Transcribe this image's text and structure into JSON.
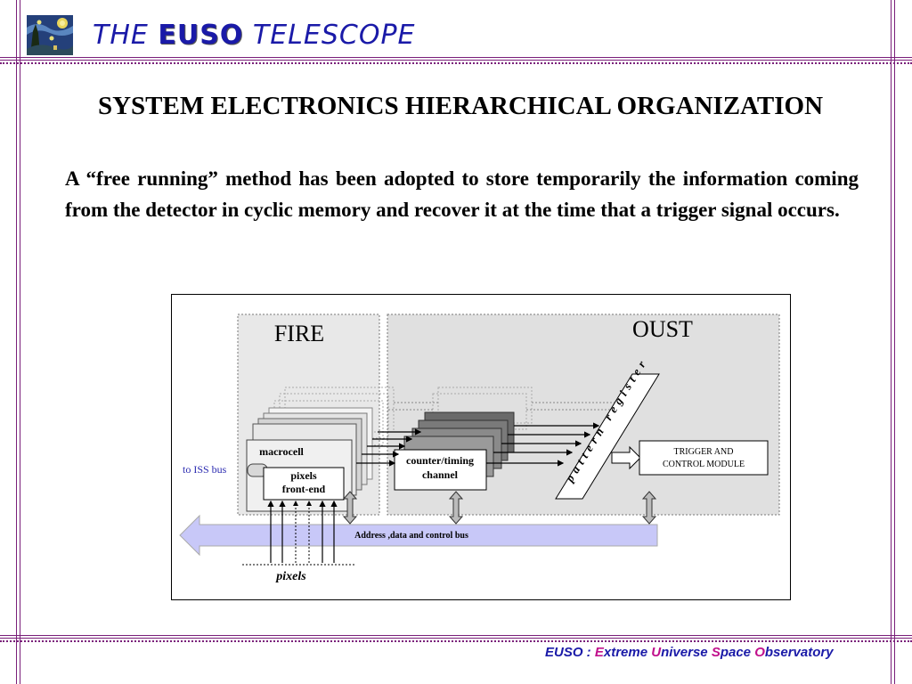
{
  "header": {
    "title_prefix": "THE",
    "title_brand": "EUSO",
    "title_suffix": "TELESCOPE"
  },
  "slide": {
    "heading": "SYSTEM ELECTRONICS HIERARCHICAL ORGANIZATION",
    "paragraph": "A “free running” method has been adopted to store temporarily the information coming from the detector in cyclic memory and recover it  at the time that a trigger signal occurs."
  },
  "diagram": {
    "fire_label": "FIRE",
    "oust_label": "OUST",
    "macrocell_label": "macrocell",
    "frontend_line1": "pixels",
    "frontend_line2": "front-end",
    "iss_label": "to ISS bus",
    "counter_line1": "counter/timing",
    "counter_line2": "channel",
    "pattern_register": "pattern register",
    "trigger_line1": "TRIGGER AND",
    "trigger_line2": "CONTROL MODULE",
    "bus_label": "Address ,data  and control bus",
    "pixels_label": "pixels"
  },
  "footer": {
    "euso": "EUSO :",
    "e": "E",
    "xtreme": "xtreme",
    "u": "U",
    "niverse": "niverse",
    "s": "S",
    "pace": "pace",
    "o": "O",
    "bservatory": "bservatory"
  },
  "colors": {
    "title_blue": "#1a1aa8",
    "border_purple": "#7a1f7a",
    "footer_magenta": "#c0108c",
    "bus_arrow": "#c8c8f8",
    "panel_gray": "#e6e6e6"
  }
}
